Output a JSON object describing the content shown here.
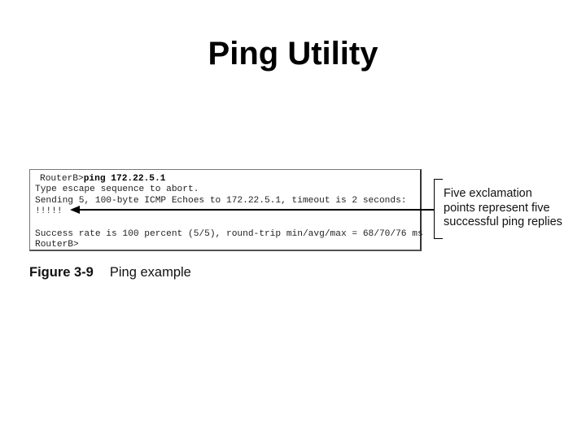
{
  "title": "Ping Utility",
  "console": {
    "prompt": "RouterB>",
    "command": "ping 172.22.5.1",
    "lines": [
      "Type escape sequence to abort.",
      "Sending 5, 100-byte ICMP Echoes to 172.22.5.1, timeout is 2 seconds:",
      "!!!!!",
      "Success rate is 100 percent (5/5), round-trip min/avg/max = 68/70/76 ms",
      "RouterB>"
    ]
  },
  "annotation": {
    "lines": [
      "Five exclamation",
      "points represent five",
      "successful ping replies"
    ]
  },
  "caption": {
    "number": "Figure 3-9",
    "text": "Ping example"
  }
}
